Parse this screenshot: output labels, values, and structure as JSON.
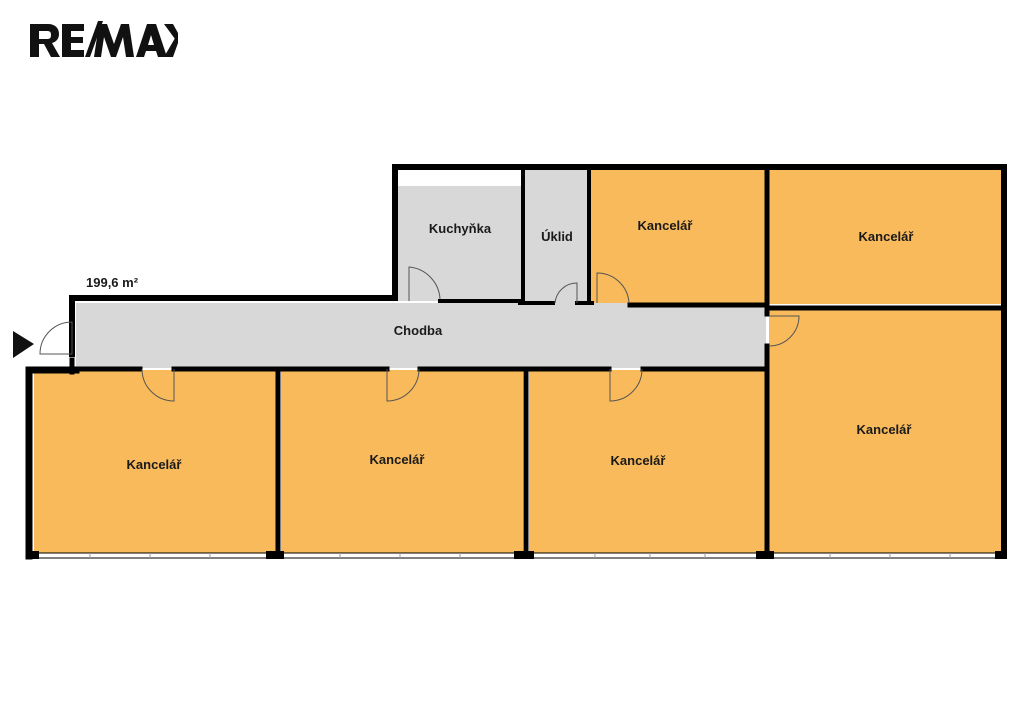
{
  "brand": {
    "logo_text": "RE/MAX"
  },
  "plan": {
    "total_area": "199,6 m²",
    "colors": {
      "office": "#F9BA5C",
      "service": "#D8D8D8",
      "wall": "#000000"
    },
    "rooms": {
      "kitchen": "Kuchyňka",
      "cleaning": "Úklid",
      "office_top_small": "Kancelář",
      "office_top_right": "Kancelář",
      "corridor": "Chodba",
      "office_bottom_1": "Kancelář",
      "office_bottom_2": "Kancelář",
      "office_bottom_3": "Kancelář",
      "office_right_large": "Kancelář"
    },
    "entrance_icon": "entrance-arrow-icon"
  }
}
